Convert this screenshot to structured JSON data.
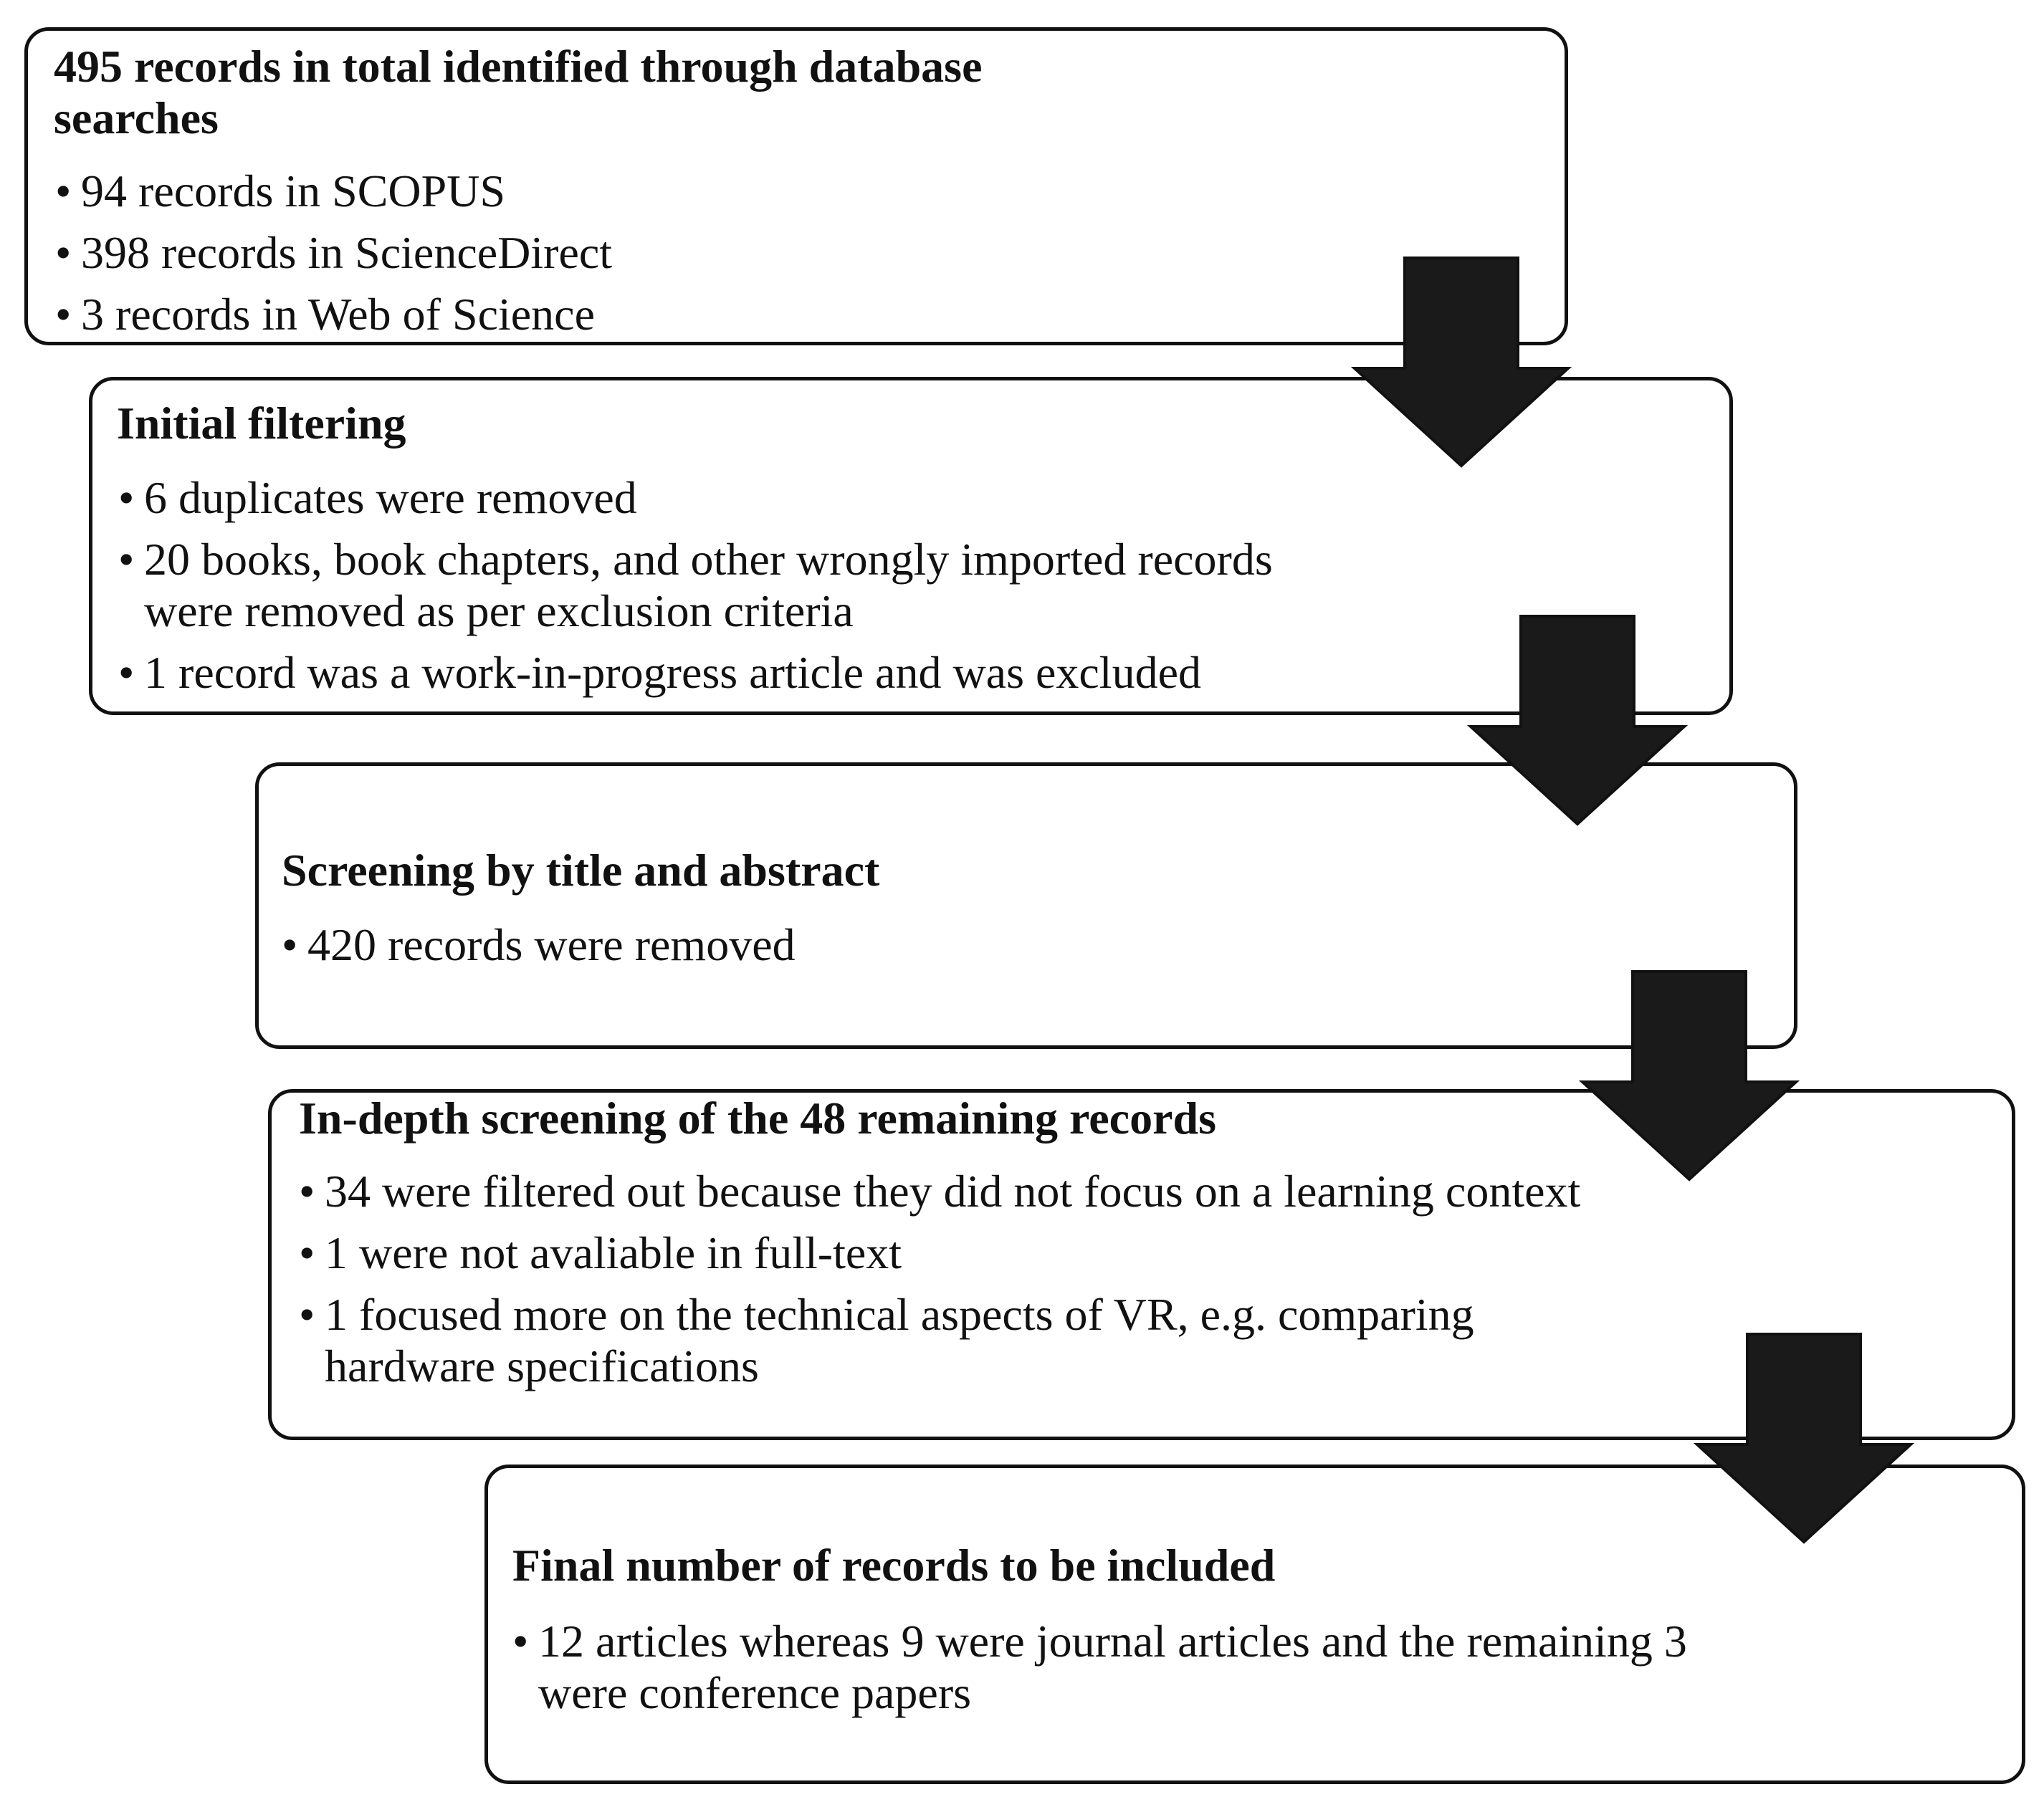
{
  "steps": [
    {
      "title": "495 records in total identified through database searches",
      "items": [
        "94 records in SCOPUS",
        "398 records in ScienceDirect",
        "3 records in Web of Science"
      ]
    },
    {
      "title": "Initial filtering",
      "items": [
        "6 duplicates were removed",
        "20 books, book chapters, and other wrongly imported records were removed as per exclusion criteria",
        "1 record was a work-in-progress article and was excluded"
      ]
    },
    {
      "title": "Screening by title and abstract",
      "items": [
        "420 records were removed"
      ]
    },
    {
      "title": "In-depth screening of the 48 remaining records",
      "items": [
        "34 were filtered out because they did not focus on a learning context",
        "1 were not avaliable in full-text",
        "1 focused more on the technical aspects of VR, e.g. comparing hardware specifications"
      ]
    },
    {
      "title": "Final number of records to be included",
      "items": [
        "12 articles whereas 9 were journal articles and the remaining 3 were conference papers"
      ]
    }
  ],
  "arrow_color": "#1a1a1a",
  "border_color": "#111111"
}
